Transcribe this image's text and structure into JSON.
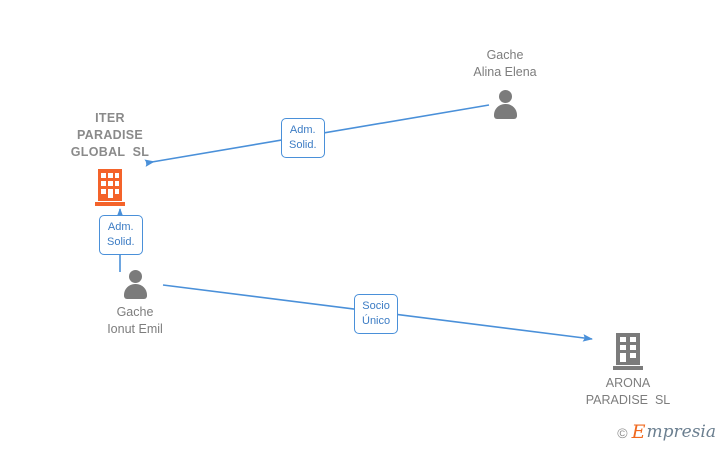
{
  "diagram": {
    "type": "ownership-network",
    "background_color": "#ffffff",
    "edge_color": "#4a90d9",
    "nodes": [
      {
        "id": "iter",
        "kind": "company",
        "icon": "building-icon",
        "label": "ITER\nPARADISE\nGLOBAL  SL",
        "color": "#f4632a",
        "label_color": "#8a8a8a",
        "bold": true
      },
      {
        "id": "alina",
        "kind": "person",
        "icon": "person-icon",
        "label": "Gache\nAlina Elena",
        "color": "#7b7b7b",
        "label_color": "#7d7d7d",
        "bold": false
      },
      {
        "id": "ionut",
        "kind": "person",
        "icon": "person-icon",
        "label": "Gache\nIonut Emil",
        "color": "#7b7b7b",
        "label_color": "#7d7d7d",
        "bold": false
      },
      {
        "id": "arona",
        "kind": "company",
        "icon": "building-icon",
        "label": "ARONA\nPARADISE  SL",
        "color": "#7b7b7b",
        "label_color": "#7d7d7d",
        "bold": false
      }
    ],
    "edges": [
      {
        "id": "edge-alina-iter",
        "from": "alina",
        "to": "iter",
        "label": "Adm.\nSolid."
      },
      {
        "id": "edge-ionut-iter",
        "from": "ionut",
        "to": "iter",
        "label": "Adm.\nSolid."
      },
      {
        "id": "edge-ionut-arona",
        "from": "ionut",
        "to": "arona",
        "label": "Socio\nÚnico"
      }
    ]
  },
  "watermark": {
    "copyright": "©",
    "brand_first": "E",
    "brand_rest": "mpresia"
  }
}
